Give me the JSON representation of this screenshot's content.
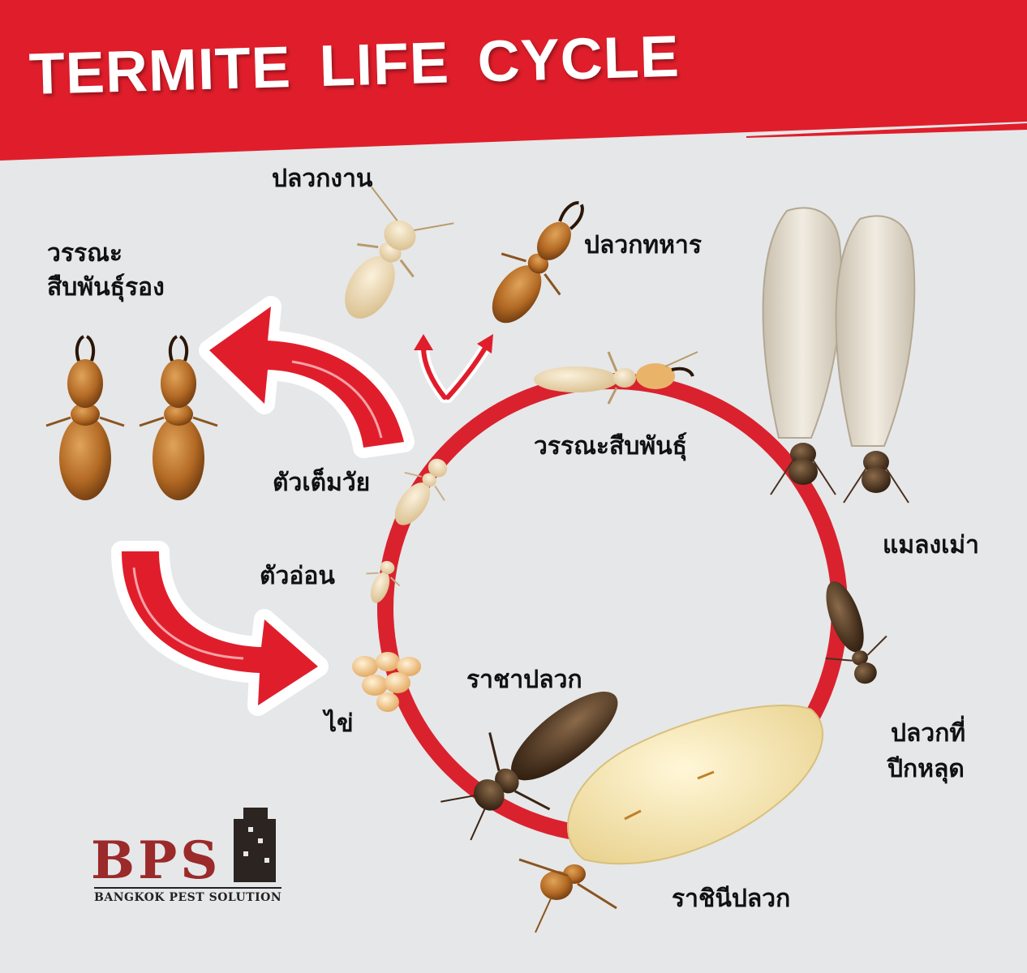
{
  "title": "TERMITE  LIFE CYCLE",
  "colors": {
    "banner": "#e01e2b",
    "cycle": "#d9222e",
    "background": "#e6e7e8",
    "logo": "#9b2a2a"
  },
  "stages": {
    "worker": "ปลวกงาน",
    "soldier": "ปลวกทหาร",
    "secondary_reproductive_1": "วรรณะ",
    "secondary_reproductive_2": "สืบพันธุ์รอง",
    "reproductive": "วรรณะสืบพันธุ์",
    "adult": "ตัวเต็มวัย",
    "nymph": "ตัวอ่อน",
    "egg": "ไข่",
    "king": "ราชาปลวก",
    "queen": "ราชินีปลวก",
    "alate": "แมลงเม่า",
    "dealate_1": "ปลวกที่",
    "dealate_2": "ปีกหลุด"
  },
  "logo": {
    "name": "BPS",
    "subtitle": "BANGKOK PEST SOLUTION"
  }
}
